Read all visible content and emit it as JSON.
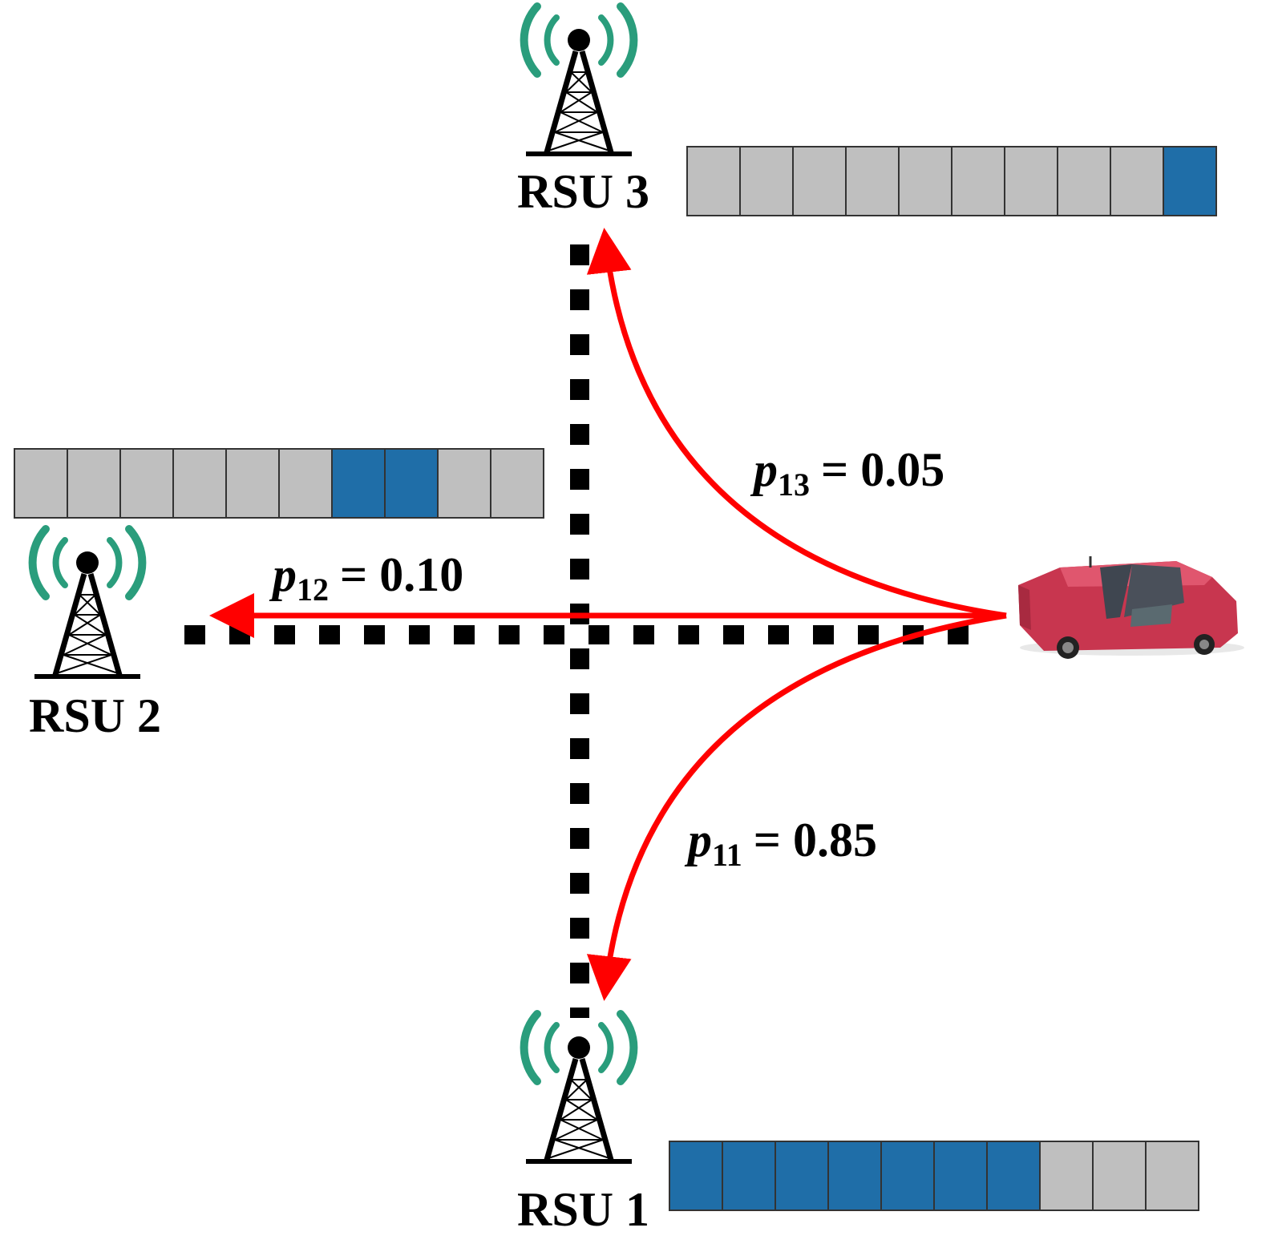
{
  "colors": {
    "background": "#ffffff",
    "road": "#000000",
    "arrow": "#ff0000",
    "signal": "#2a9d7c",
    "tower": "#000000",
    "slot_empty": "#bfbfbf",
    "slot_filled": "#1f6ea8",
    "car_body": "#c8364f"
  },
  "rsus": [
    {
      "label": "RSU 1",
      "slots": [
        1,
        1,
        1,
        1,
        1,
        1,
        1,
        0,
        0,
        0
      ]
    },
    {
      "label": "RSU 2",
      "slots": [
        0,
        0,
        0,
        0,
        0,
        0,
        1,
        1,
        0,
        0
      ]
    },
    {
      "label": "RSU 3",
      "slots": [
        0,
        0,
        0,
        0,
        0,
        0,
        0,
        0,
        0,
        1
      ]
    }
  ],
  "transitions": [
    {
      "symbol": "p",
      "subscript": "11",
      "value": "= 0.85",
      "target": "RSU 1"
    },
    {
      "symbol": "p",
      "subscript": "12",
      "value": "= 0.10",
      "target": "RSU 2"
    },
    {
      "symbol": "p",
      "subscript": "13",
      "value": "= 0.05",
      "target": "RSU 3"
    }
  ],
  "icons": {
    "tower": "rsu-tower-icon",
    "vehicle": "car-icon"
  }
}
